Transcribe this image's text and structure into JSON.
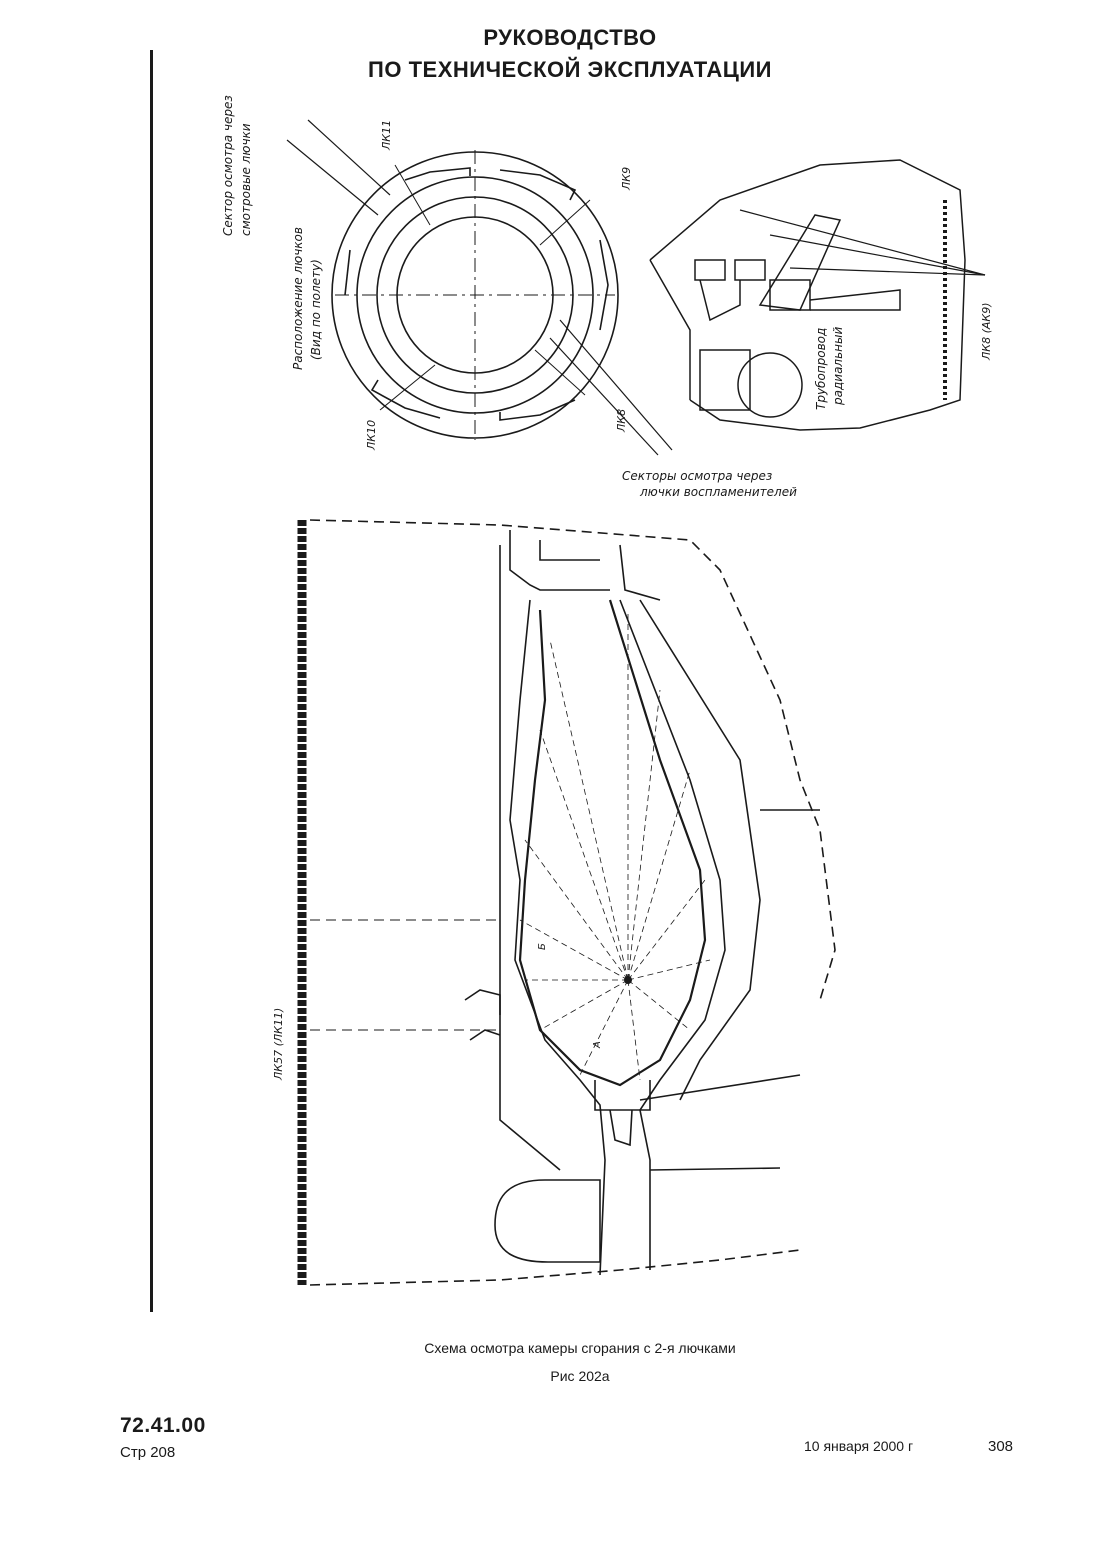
{
  "header": {
    "line1": "РУКОВОДСТВО",
    "line2": "ПО ТЕХНИЧЕСКОЙ ЭКСПЛУАТАЦИИ"
  },
  "figure": {
    "labels": {
      "sector_view_hatches": "Сектор осмотра через",
      "sector_view_hatches_2": "смотровые лючки",
      "hatch_layout": "Расположение лючков",
      "hatch_layout_2": "(Вид по полету)",
      "lk11": "ЛК11",
      "lk9": "ЛК9",
      "lk10": "ЛК10",
      "lk8": "ЛК8",
      "sectors_igniters": "Секторы осмотра через",
      "sectors_igniters_2": "лючки воспламенителей",
      "pipeline": "Трубопровод",
      "pipeline_2": "радиальный",
      "lk8_ak9": "ЛК8 (АК9)",
      "lk57": "ЛК57 (ЛК11)",
      "mark_b": "Б",
      "mark_a": "А"
    }
  },
  "caption": {
    "title": "Схема осмотра  камеры сгорания с 2-я лючками",
    "figure_no": "Рис  202а"
  },
  "footer": {
    "doc_code": "72.41.00",
    "page_label": "Стр 208",
    "date": "10 января 2000 г",
    "page_number": "308"
  }
}
